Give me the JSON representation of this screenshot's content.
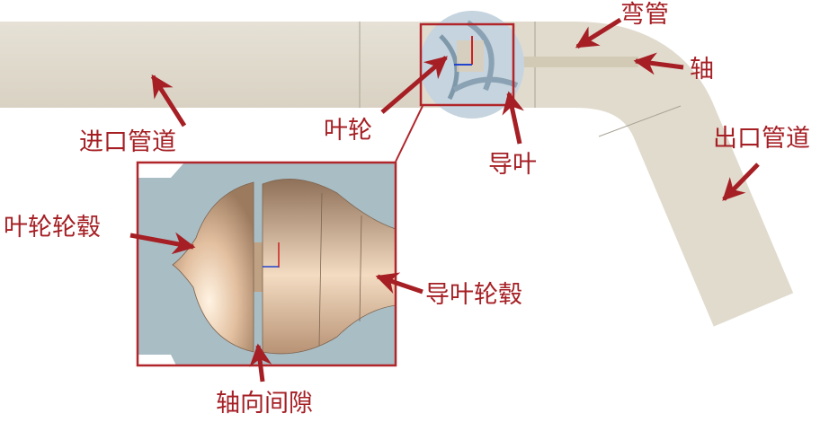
{
  "labels": {
    "bend": "弯管",
    "shaft": "轴",
    "inlet_pipe": "进口管道",
    "impeller": "叶轮",
    "guide_vane": "导叶",
    "outlet_pipe": "出口管道",
    "impeller_hub": "叶轮轮毂",
    "guide_vane_hub": "导叶轮毂",
    "axial_gap": "轴向间隙"
  },
  "colors": {
    "annotation": "#a51f24",
    "pipe": "#e3ddd0",
    "inset_bg": "#a9bdc4",
    "hub": "#dcb594"
  }
}
